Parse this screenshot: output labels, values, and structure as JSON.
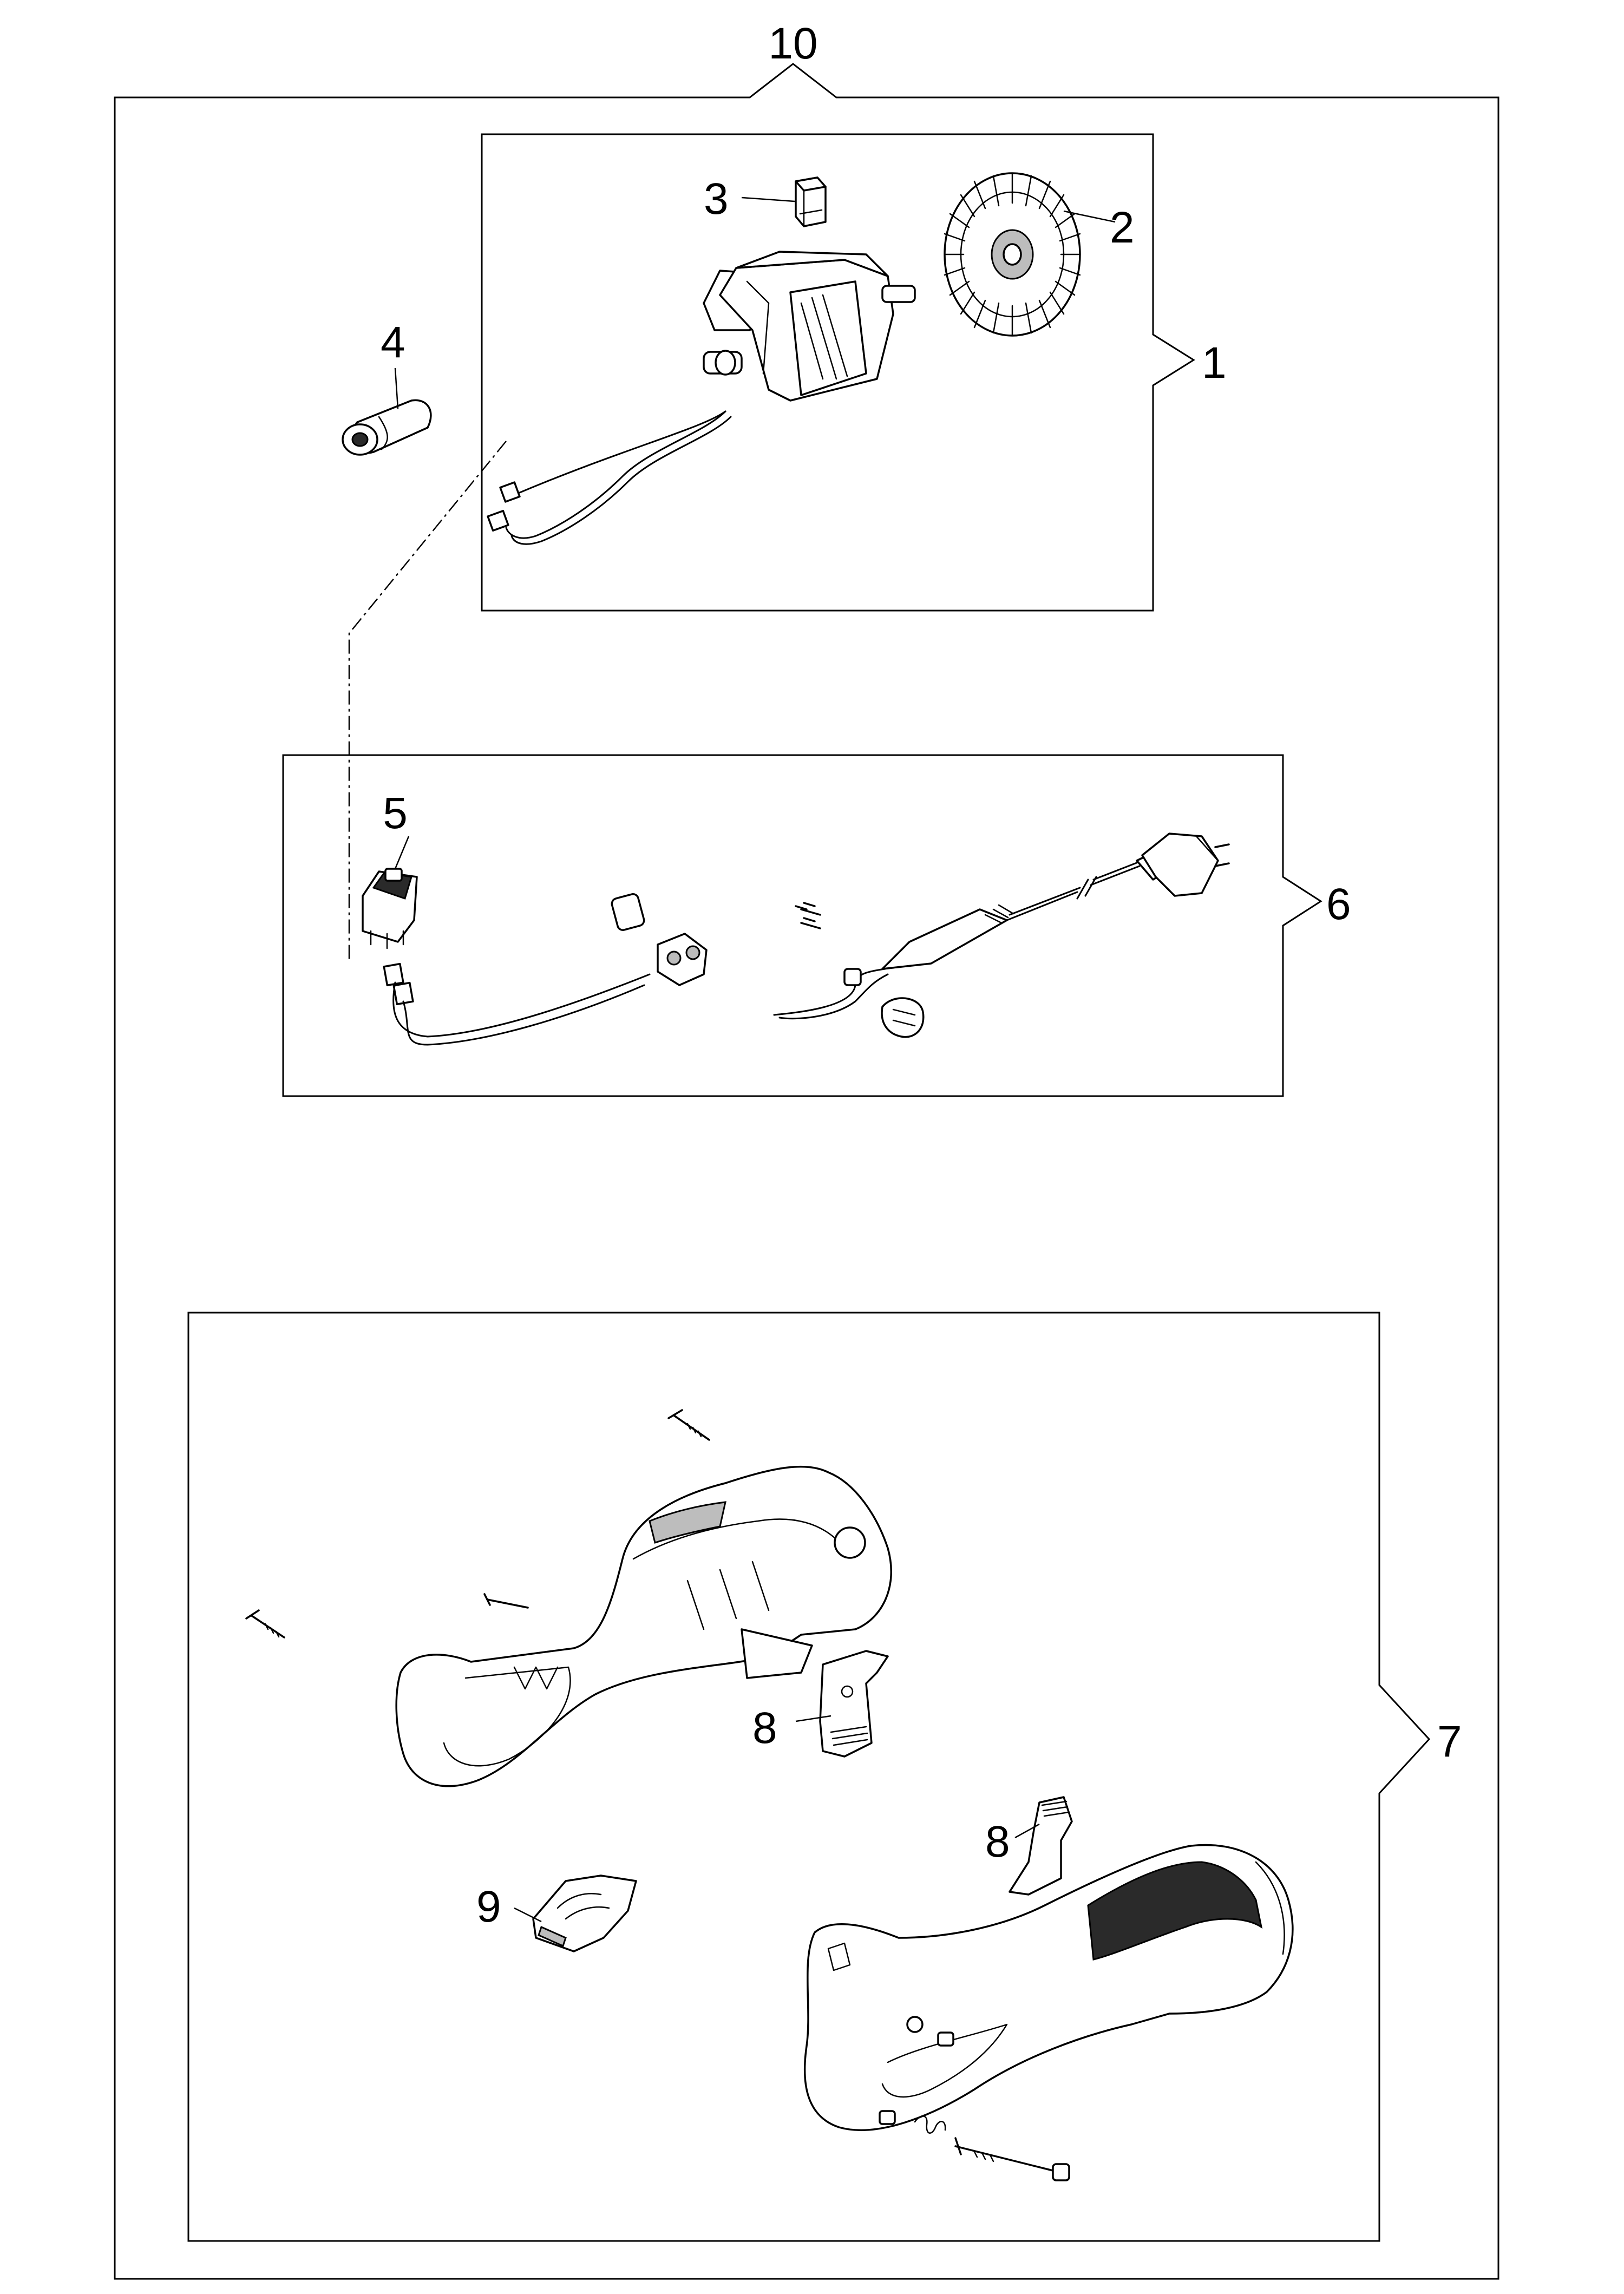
{
  "callouts": {
    "assembly": "10",
    "motor_kit": "1",
    "fan": "2",
    "brush": "3",
    "capacitor": "4",
    "switch": "5",
    "cable_kit": "6",
    "housing_kit": "7",
    "lever_lower": "8",
    "lever_upper": "8",
    "lock": "9"
  }
}
